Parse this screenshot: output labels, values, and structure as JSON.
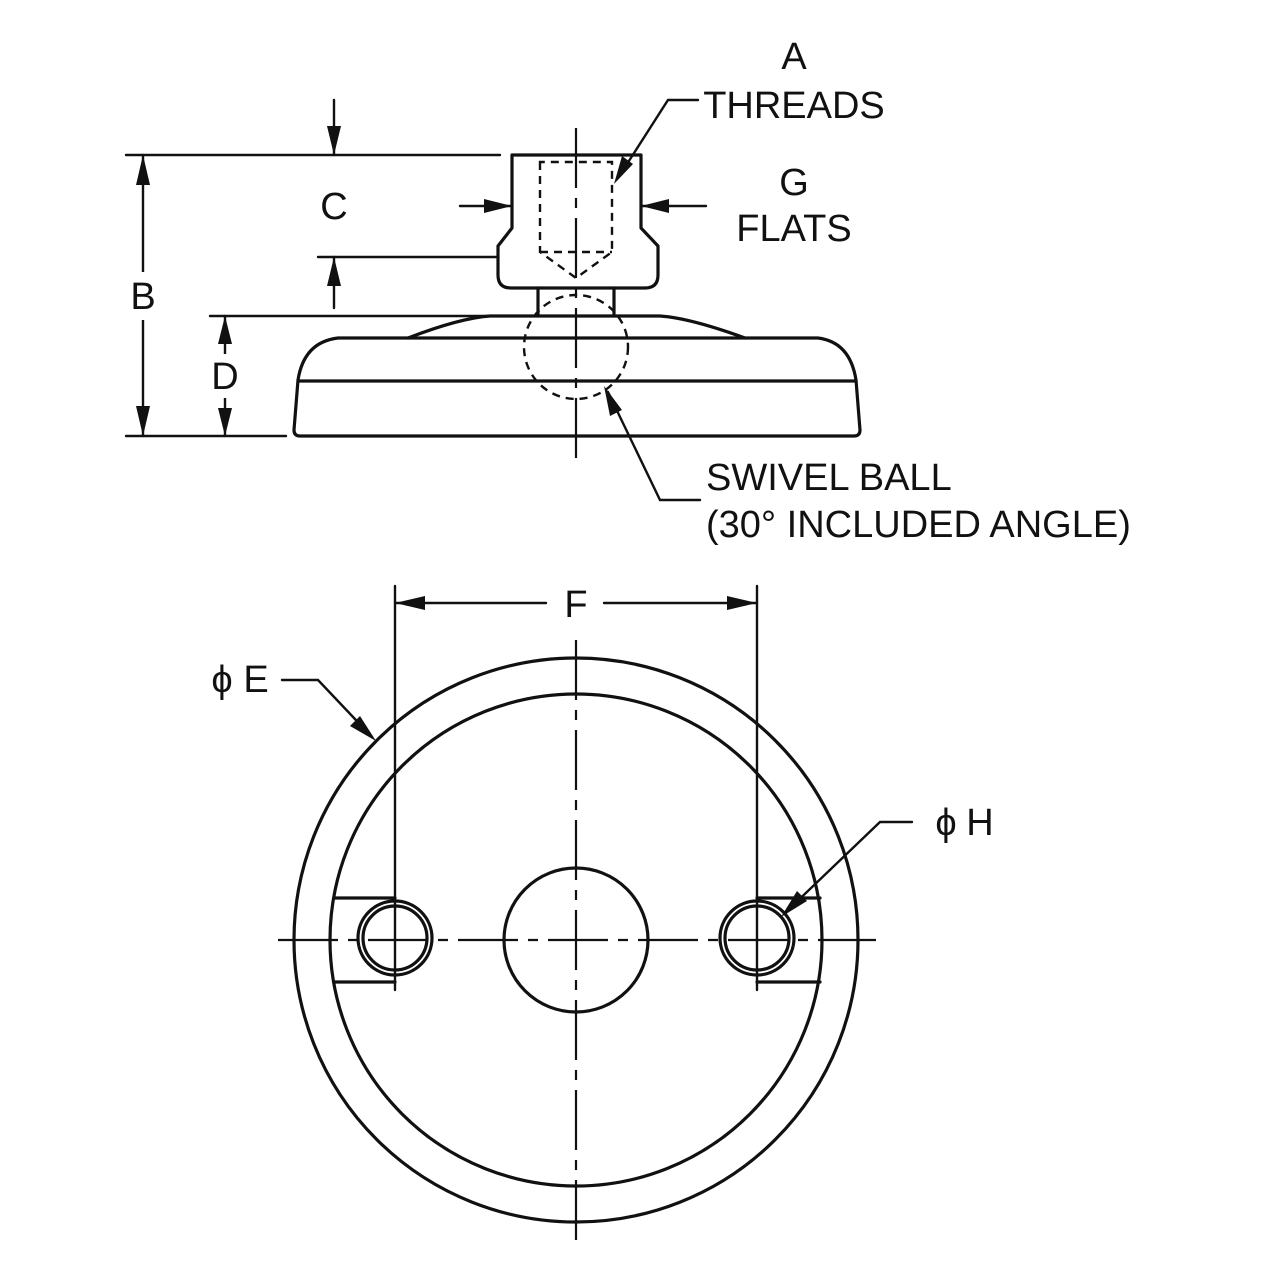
{
  "labels": {
    "threads_letter": "A",
    "threads_word": "THREADS",
    "height_letter": "B",
    "hex_height_letter": "C",
    "base_height_letter": "D",
    "diameter_letter": "E",
    "diameter_symbol": "ϕ",
    "hole_spacing_letter": "F",
    "flats_letter": "G",
    "flats_word": "FLATS",
    "hole_letter": "H",
    "hole_symbol": "ϕ",
    "swivel_line1": "SWIVEL BALL",
    "swivel_line2": "(30° INCLUDED ANGLE)"
  }
}
